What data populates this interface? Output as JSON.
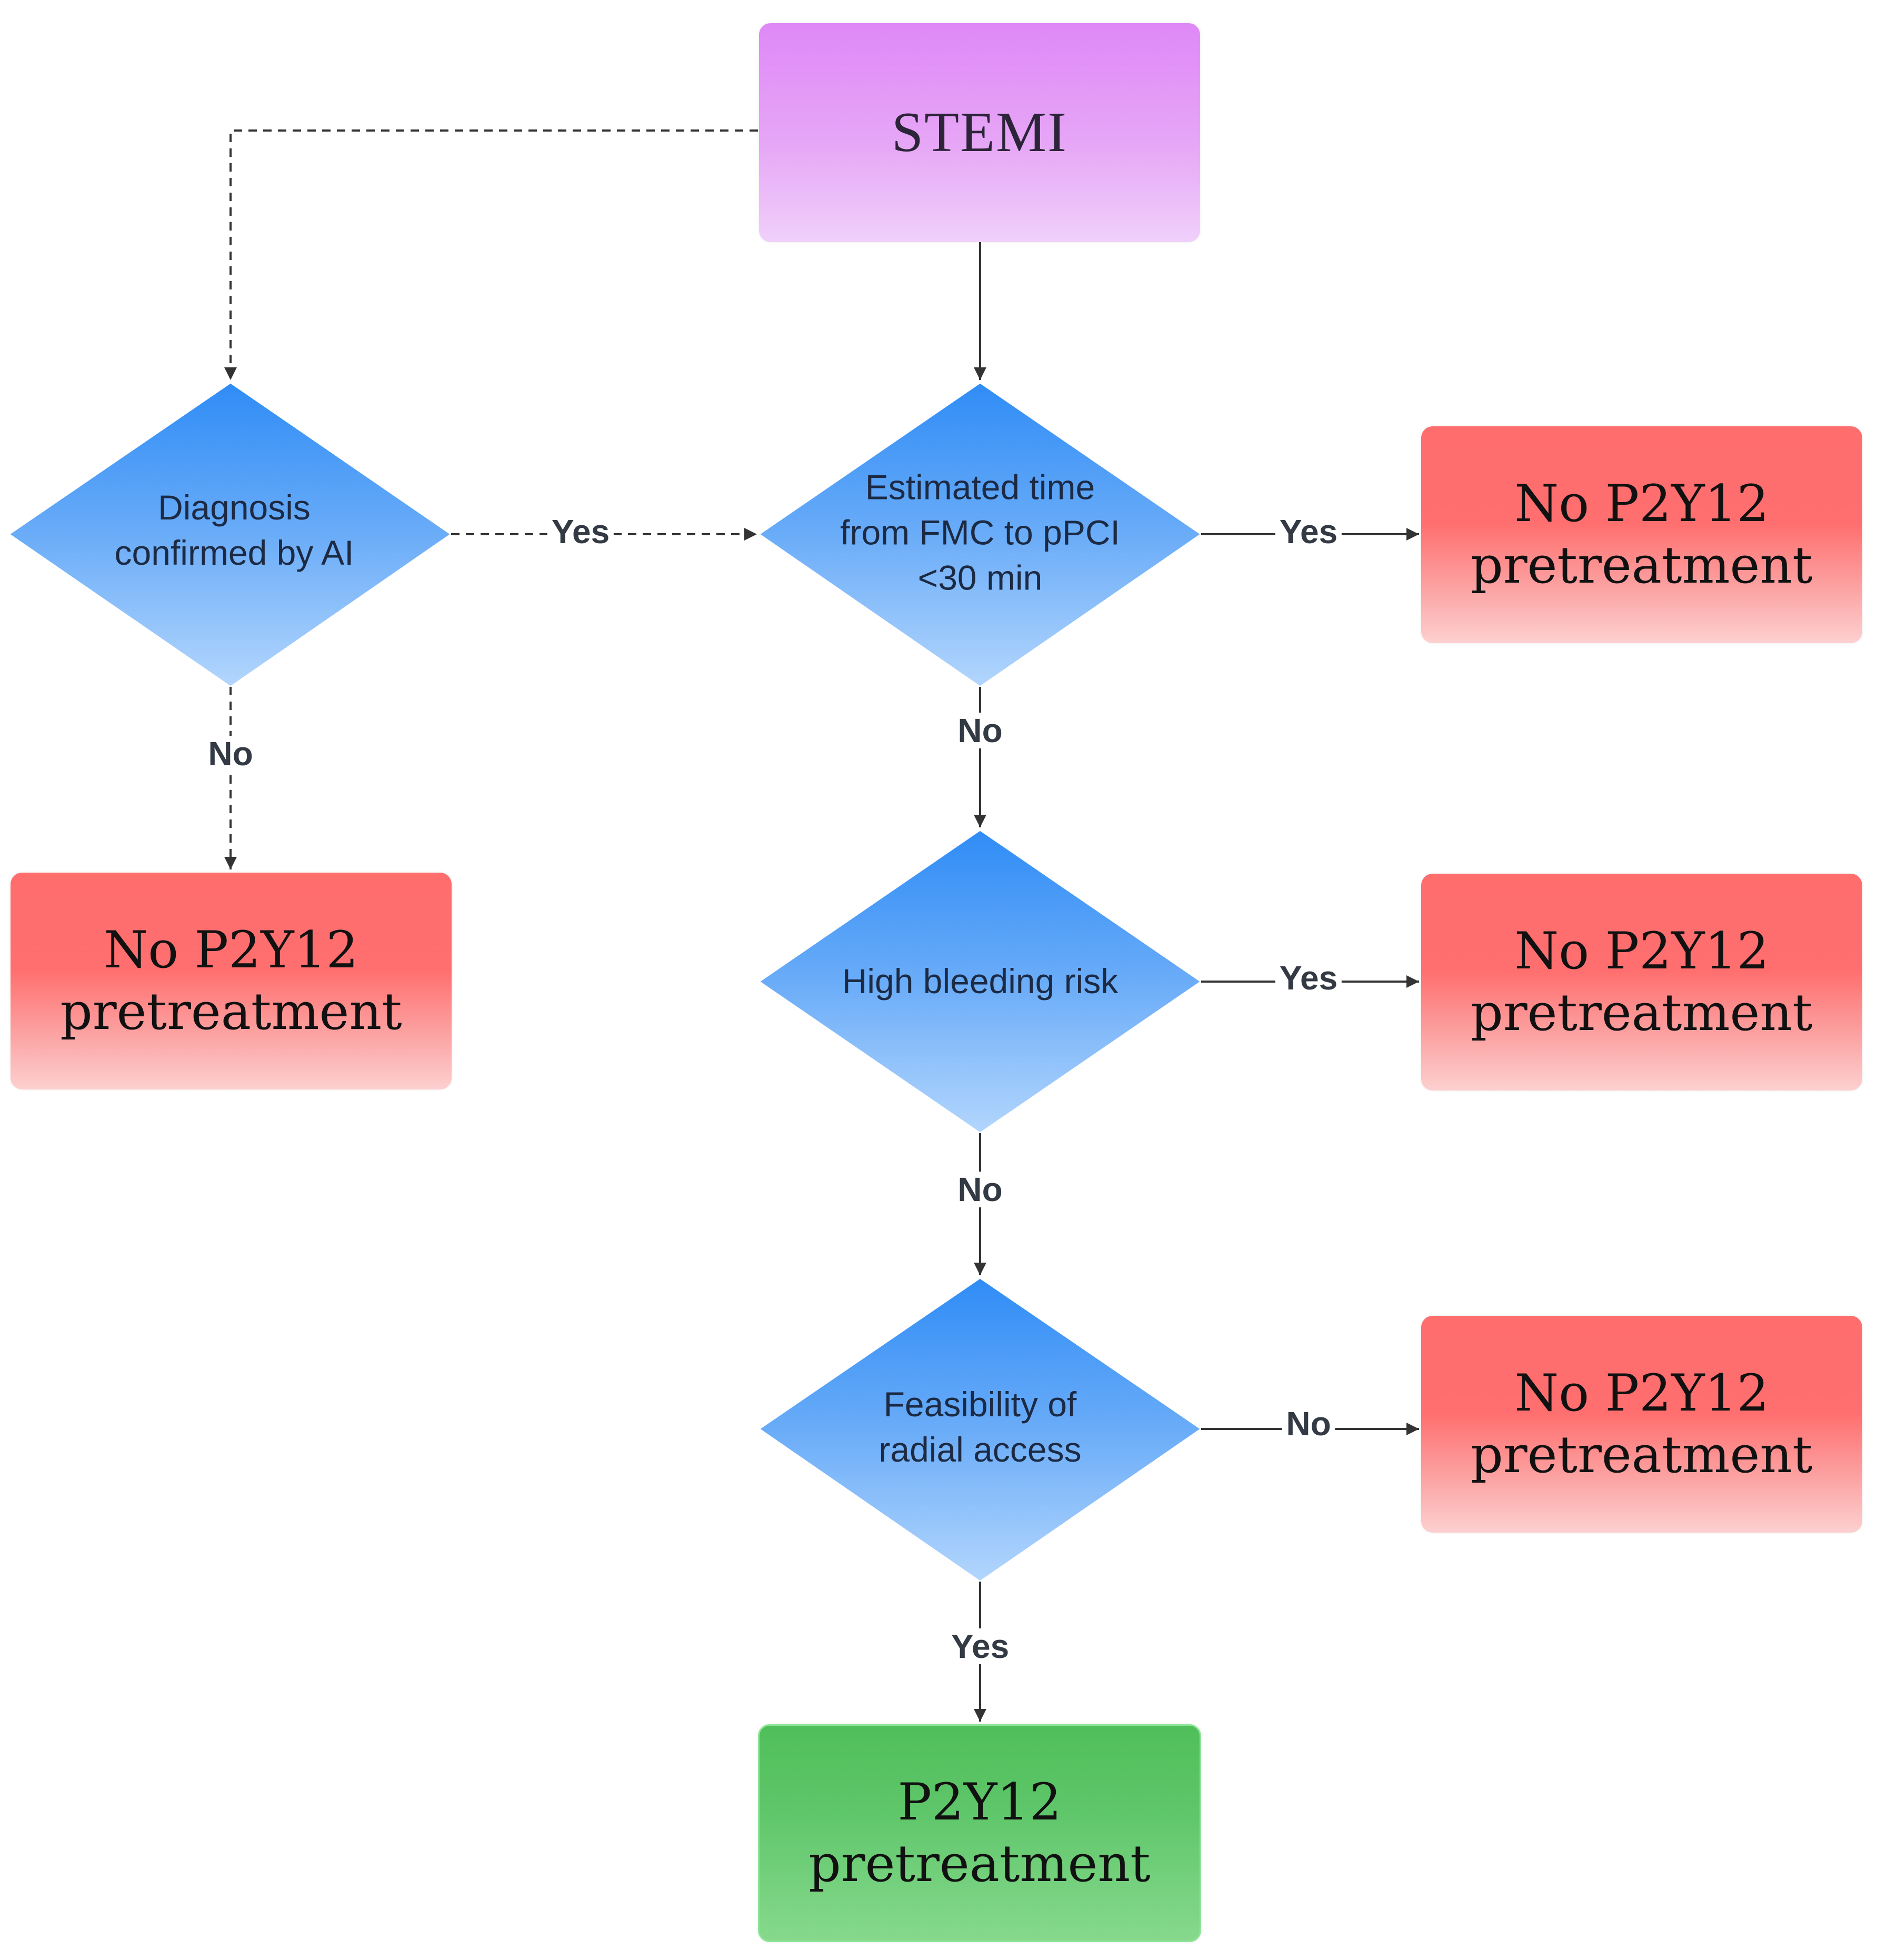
{
  "diagram": {
    "type": "flowchart",
    "start": {
      "id": "stemi",
      "label": "STEMI"
    },
    "decisions": [
      {
        "id": "ai",
        "label": "Diagnosis\nconfirmed by AI"
      },
      {
        "id": "time",
        "label": "Estimated time\nfrom FMC to pPCI\n<30 min"
      },
      {
        "id": "bleed",
        "label": "High bleeding risk"
      },
      {
        "id": "radial",
        "label": "Feasibility of\nradial access"
      }
    ],
    "outcomes": [
      {
        "id": "out_ai_no",
        "label": "No P2Y12\npretreatment",
        "kind": "negative"
      },
      {
        "id": "out_time_yes",
        "label": "No P2Y12\npretreatment",
        "kind": "negative"
      },
      {
        "id": "out_bleed_yes",
        "label": "No P2Y12\npretreatment",
        "kind": "negative"
      },
      {
        "id": "out_radial_no",
        "label": "No P2Y12\npretreatment",
        "kind": "negative"
      },
      {
        "id": "out_radial_yes",
        "label": "P2Y12\npretreatment",
        "kind": "positive"
      }
    ],
    "edges": [
      {
        "from": "stemi",
        "to": "ai",
        "label": "",
        "style": "dashed"
      },
      {
        "from": "stemi",
        "to": "time",
        "label": "",
        "style": "solid"
      },
      {
        "from": "ai",
        "to": "time",
        "label": "Yes",
        "style": "dashed"
      },
      {
        "from": "ai",
        "to": "out_ai_no",
        "label": "No",
        "style": "dashed"
      },
      {
        "from": "time",
        "to": "out_time_yes",
        "label": "Yes",
        "style": "solid"
      },
      {
        "from": "time",
        "to": "bleed",
        "label": "No",
        "style": "solid"
      },
      {
        "from": "bleed",
        "to": "out_bleed_yes",
        "label": "Yes",
        "style": "solid"
      },
      {
        "from": "bleed",
        "to": "radial",
        "label": "No",
        "style": "solid"
      },
      {
        "from": "radial",
        "to": "out_radial_no",
        "label": "No",
        "style": "solid"
      },
      {
        "from": "radial",
        "to": "out_radial_yes",
        "label": "Yes",
        "style": "solid"
      }
    ]
  },
  "colors": {
    "start_top": "#df88f7",
    "start_bottom": "#f0d0fa",
    "decision_top": "#2f8cf6",
    "decision_bottom": "#b3d6fd",
    "negative_top": "#ff6d6d",
    "negative_bottom": "#fdd0d0",
    "positive_top": "#4fbf5a",
    "positive_bottom": "#86d98c",
    "connector": "#333333"
  }
}
